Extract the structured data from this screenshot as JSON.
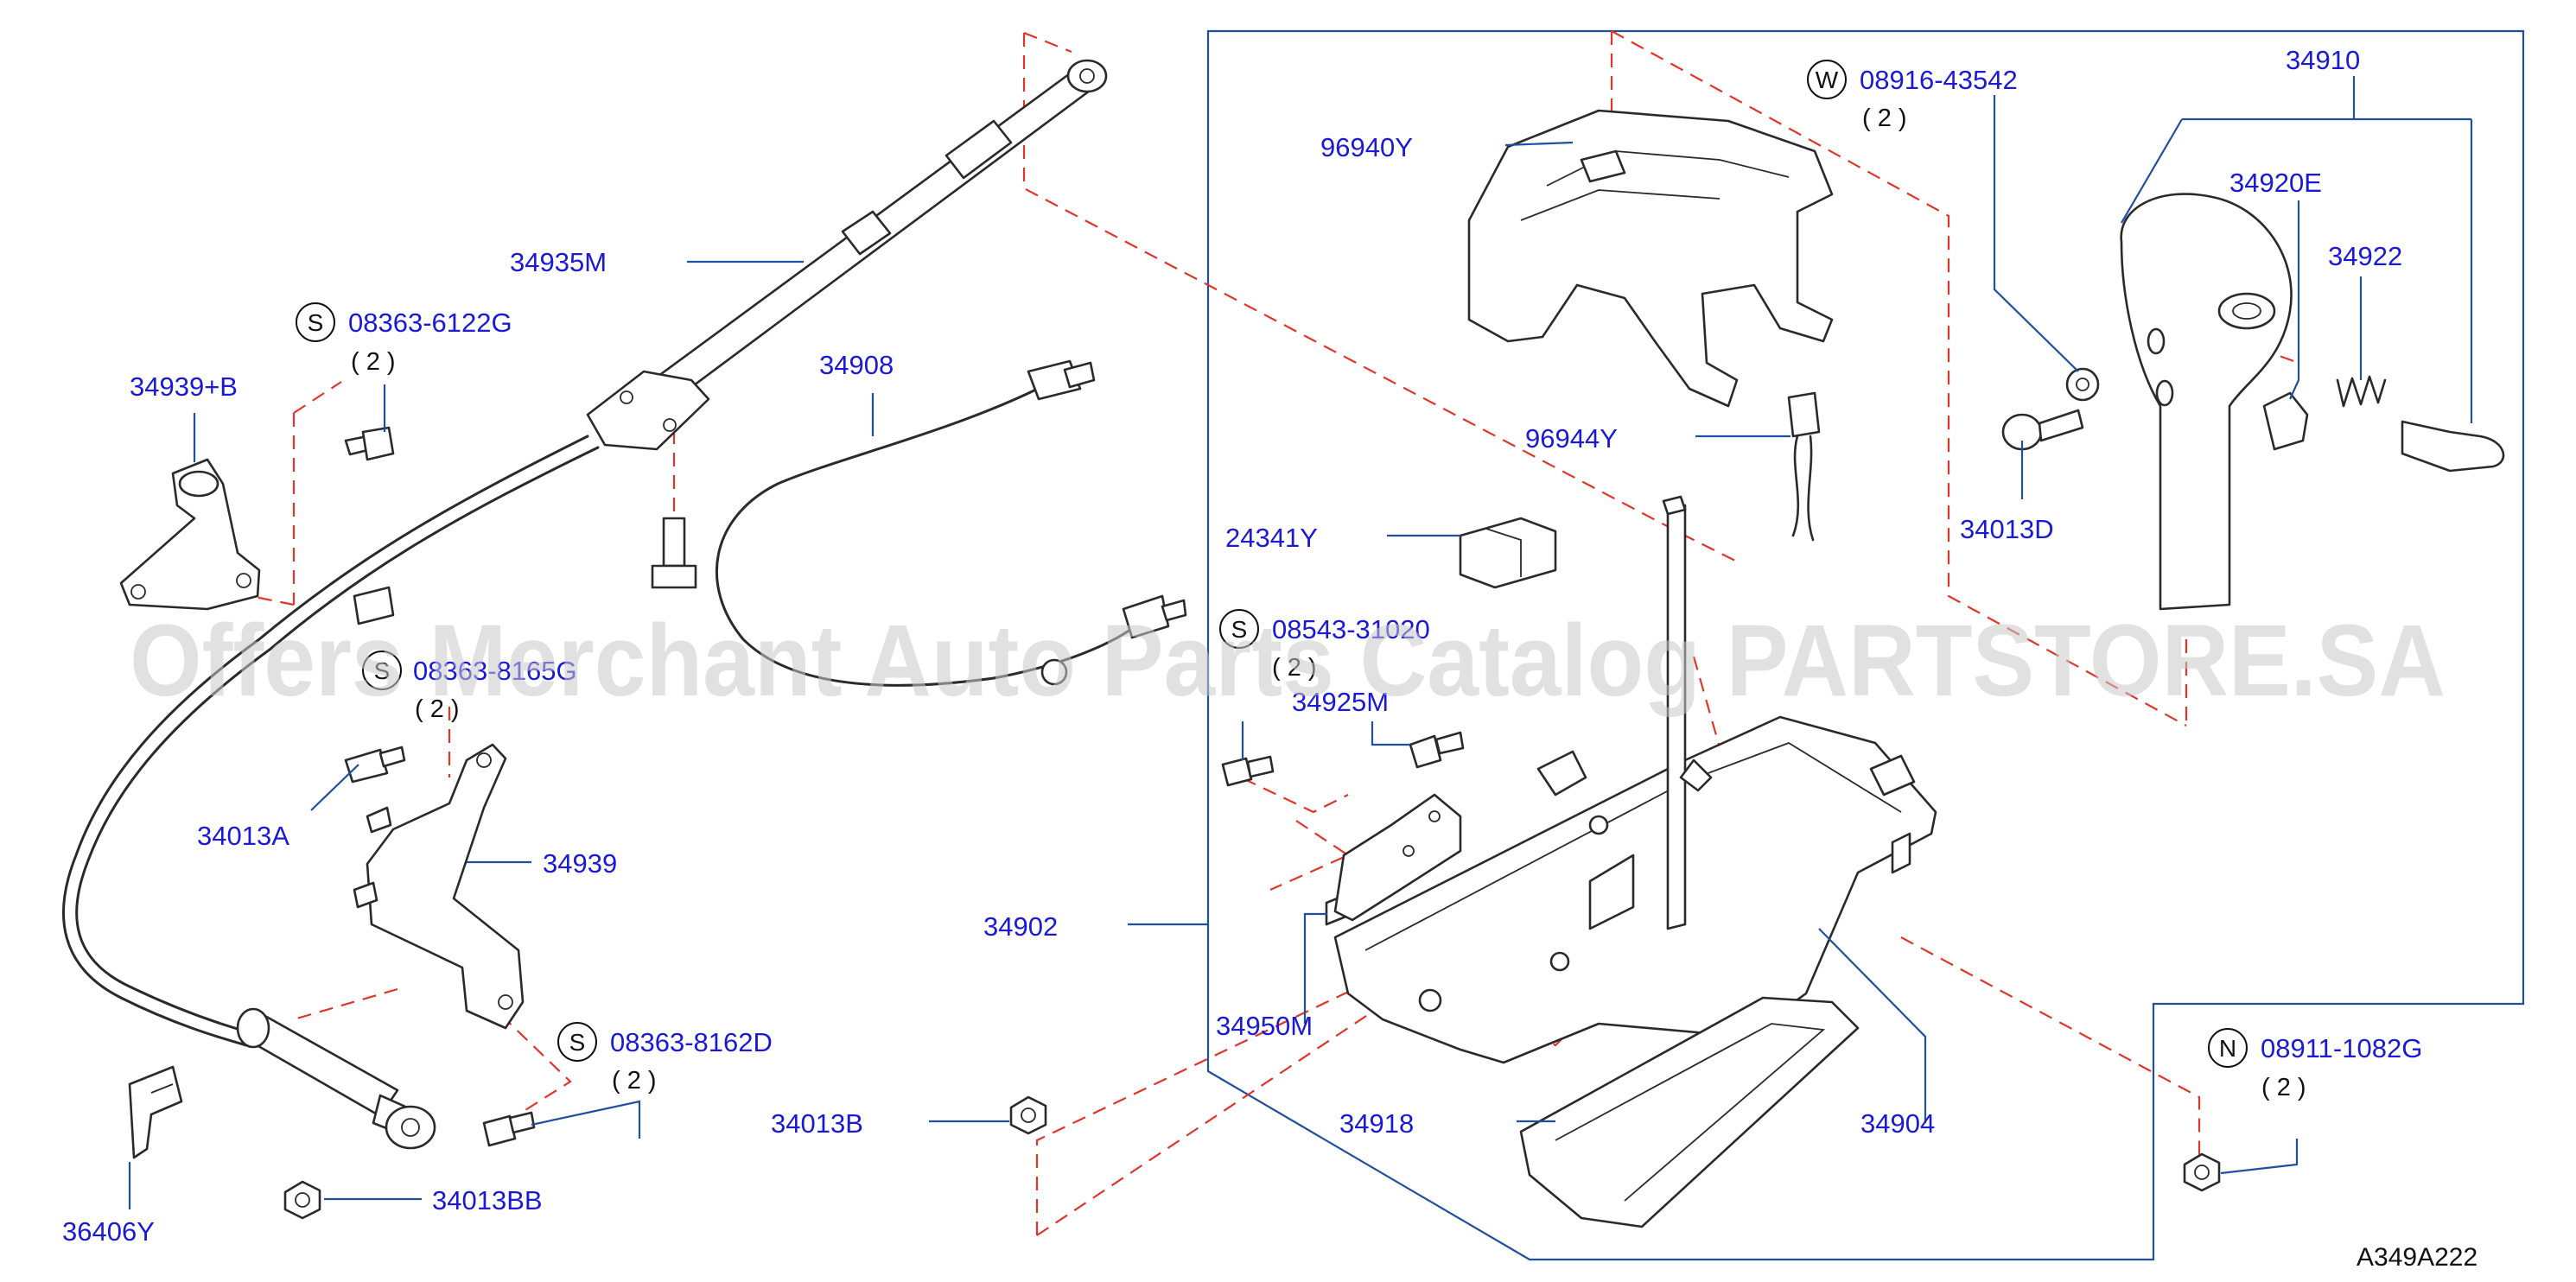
{
  "diagram_code": "A349A222",
  "watermark": "Offers Merchant Auto Parts Catalog PARTSTORE.SA",
  "colors": {
    "label": "#1a1ad6",
    "leader": "#1f4f9e",
    "dashed": "#e0352b",
    "outline": "#2a2a2a"
  },
  "parts": {
    "p34935M": "34935M",
    "p34939B": "34939+B",
    "p34908": "34908",
    "p34013A": "34013A",
    "p34939": "34939",
    "p36406Y": "36406Y",
    "p34013BB": "34013BB",
    "p34013B": "34013B",
    "p34902": "34902",
    "p96940Y": "96940Y",
    "p96944Y": "96944Y",
    "p24341Y": "24341Y",
    "p34925M": "34925M",
    "p34950M": "34950M",
    "p34918": "34918",
    "p34904": "34904",
    "p34910": "34910",
    "p34920E": "34920E",
    "p34922": "34922",
    "p34013D": "34013D"
  },
  "fasteners": {
    "f1": {
      "prefix": "S",
      "number": "08363-6122G",
      "qty": "( 2 )"
    },
    "f2": {
      "prefix": "S",
      "number": "08363-8165G",
      "qty": "( 2 )"
    },
    "f3": {
      "prefix": "S",
      "number": "08363-8162D",
      "qty": "( 2 )"
    },
    "f4": {
      "prefix": "S",
      "number": "08543-31020",
      "qty": "( 2 )"
    },
    "f5": {
      "prefix": "W",
      "number": "08916-43542",
      "qty": "( 2 )"
    },
    "f6": {
      "prefix": "N",
      "number": "08911-1082G",
      "qty": "( 2 )"
    }
  }
}
